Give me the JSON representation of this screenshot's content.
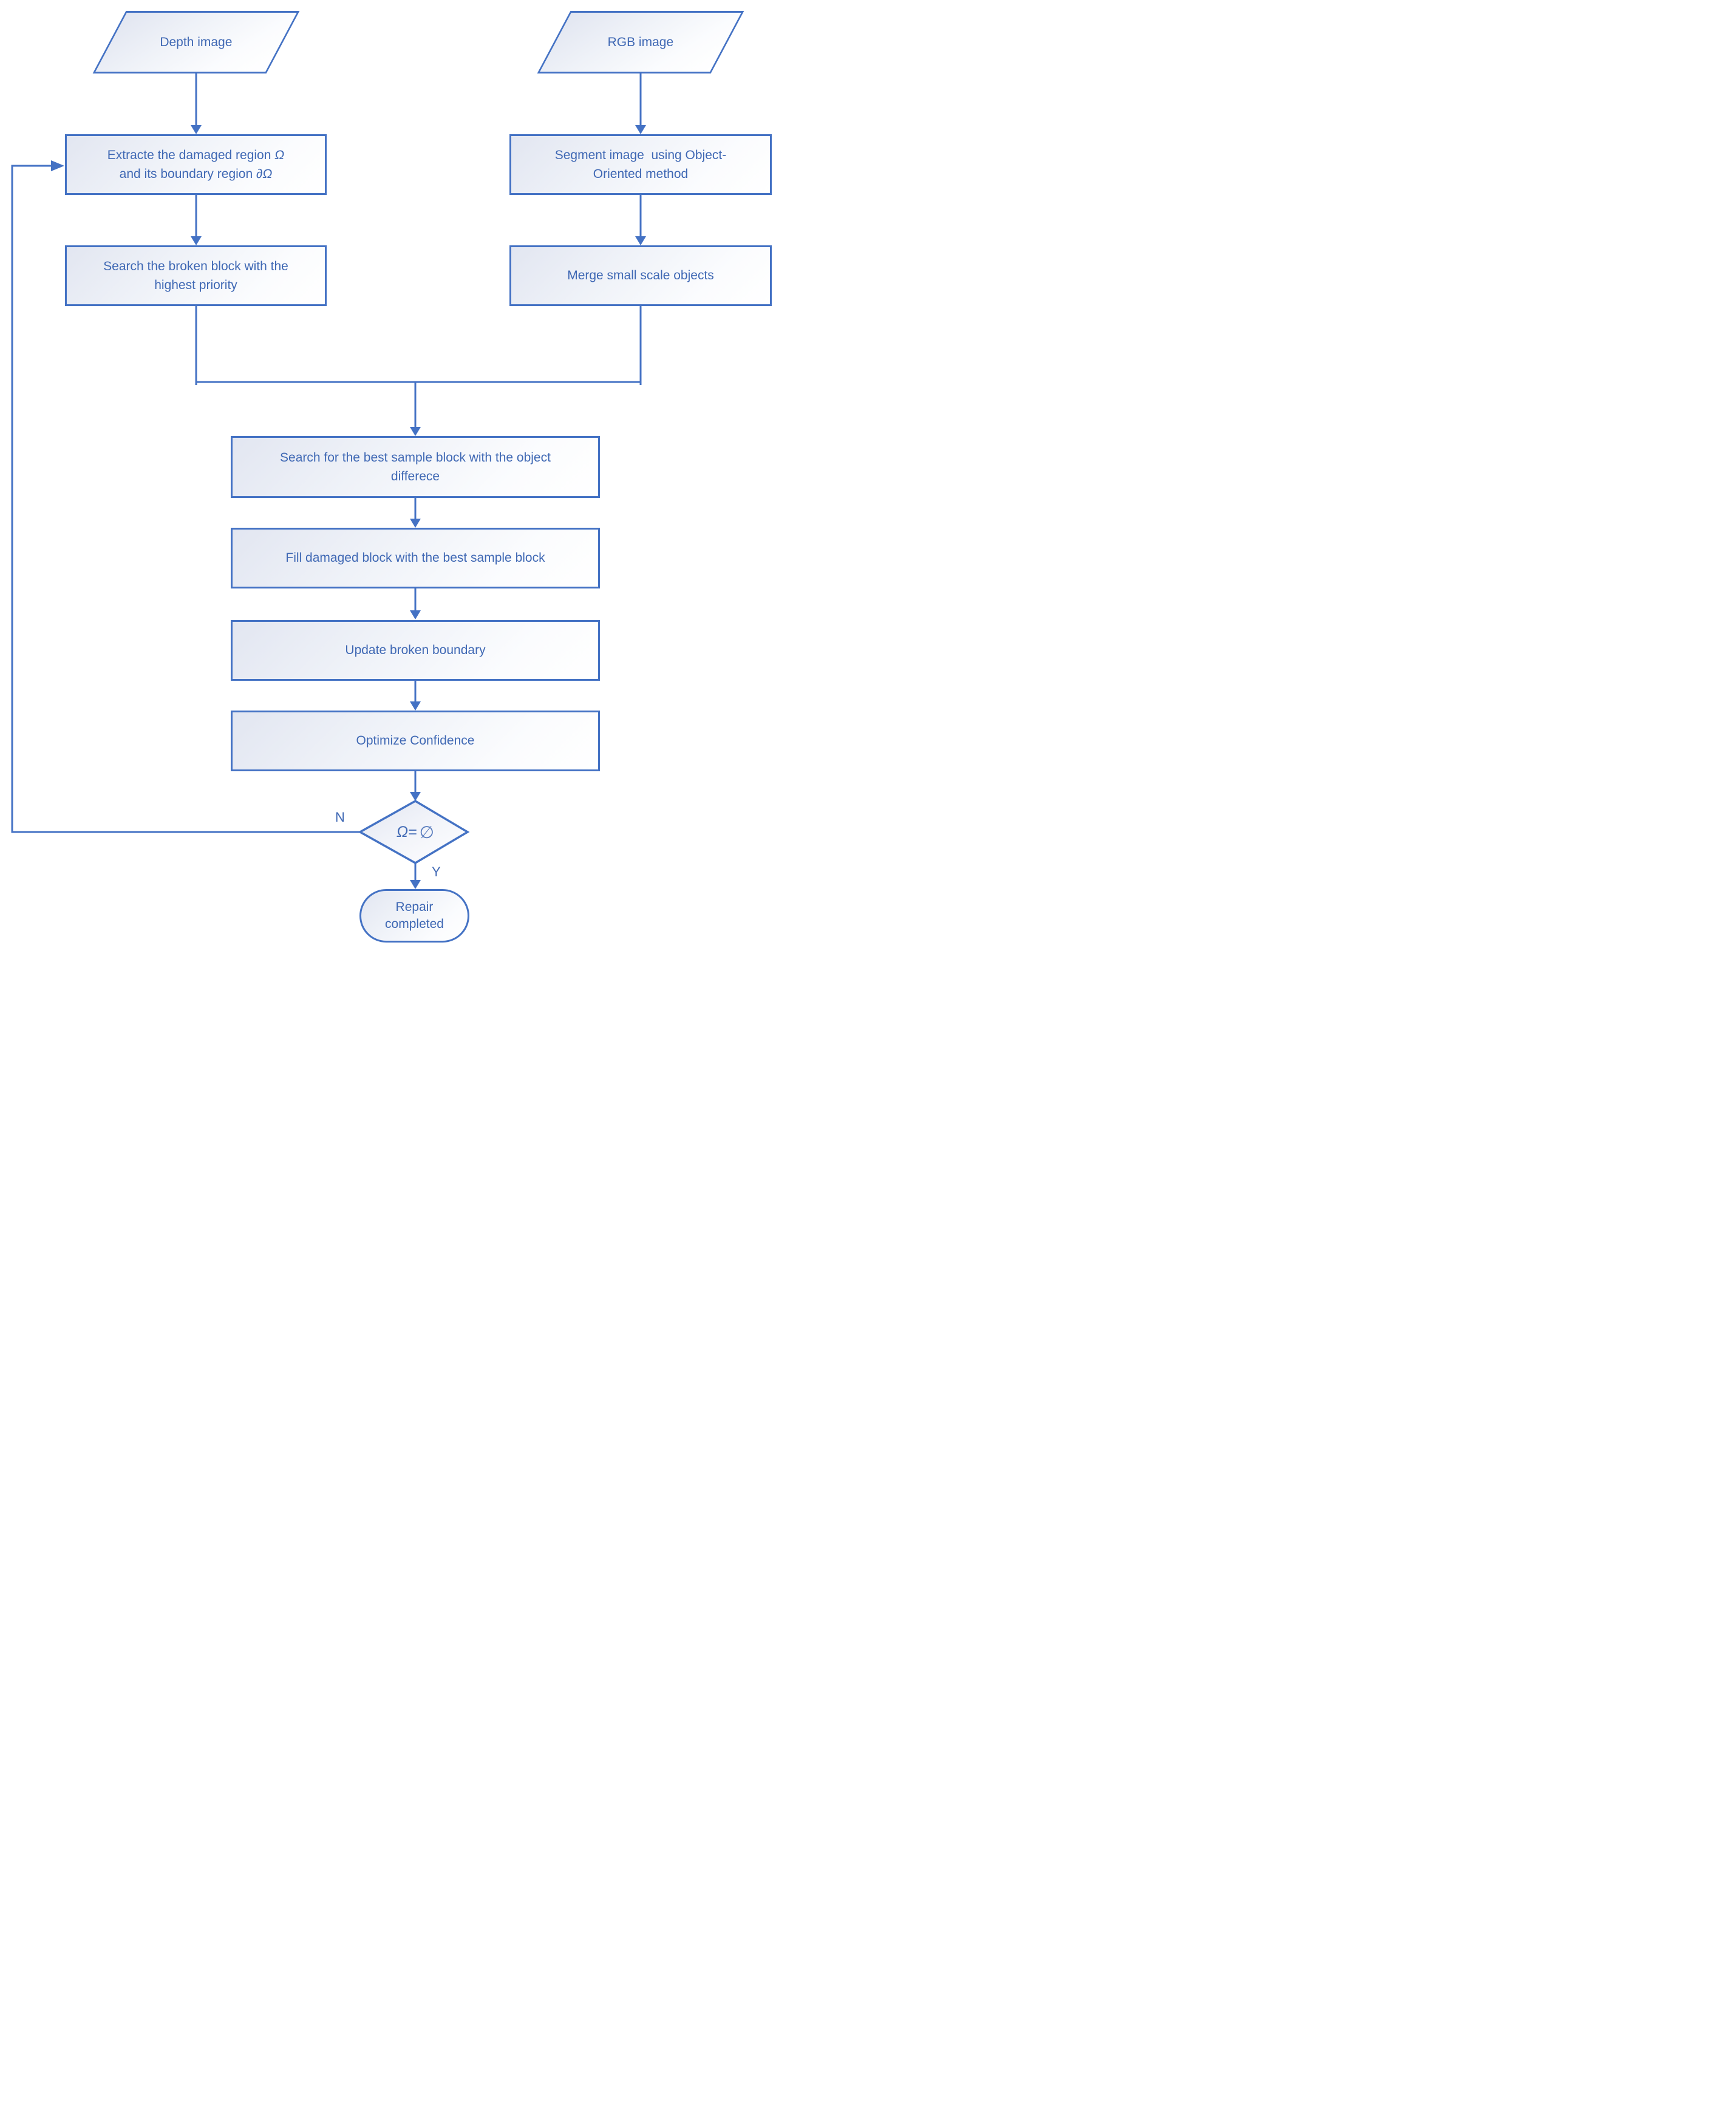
{
  "accent_color": "#4472C4",
  "text_color": "#3f68b4",
  "nodes": {
    "depth": {
      "label": "Depth image"
    },
    "rgb": {
      "label": "RGB image"
    },
    "extract": {
      "parts": [
        "Extracte the damaged region ",
        "Ω",
        "and its boundary region ",
        "∂Ω"
      ]
    },
    "segment": {
      "line1": "Segment image  using Object-",
      "line2": "Oriented method"
    },
    "search_broken": {
      "line1": "Search the broken block with the",
      "line2": "highest priority"
    },
    "merge_small": {
      "label": "Merge small scale objects"
    },
    "search_best": {
      "line1": "Search for the best sample block with the object",
      "line2": "differece"
    },
    "fill": {
      "label": "Fill damaged block with the best sample block"
    },
    "update": {
      "label": "Update broken boundary"
    },
    "optimize": {
      "label": "Optimize Confidence"
    },
    "decision": {
      "symbol_left": "Ω=",
      "symbol_right": "∅"
    },
    "repair": {
      "line1": "Repair",
      "line2": "completed"
    }
  },
  "edge_labels": {
    "no": "N",
    "yes": "Y"
  }
}
